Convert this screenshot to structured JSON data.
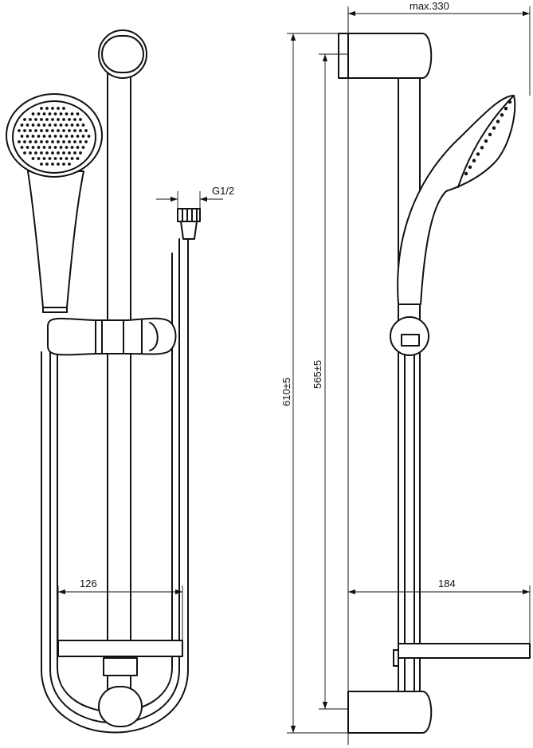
{
  "dimensions": {
    "max_projection": "max.330",
    "thread": "G1/2",
    "total_height": "610±5",
    "rail_height": "565±5",
    "hose_span": "126",
    "soap_dish_depth": "184"
  }
}
